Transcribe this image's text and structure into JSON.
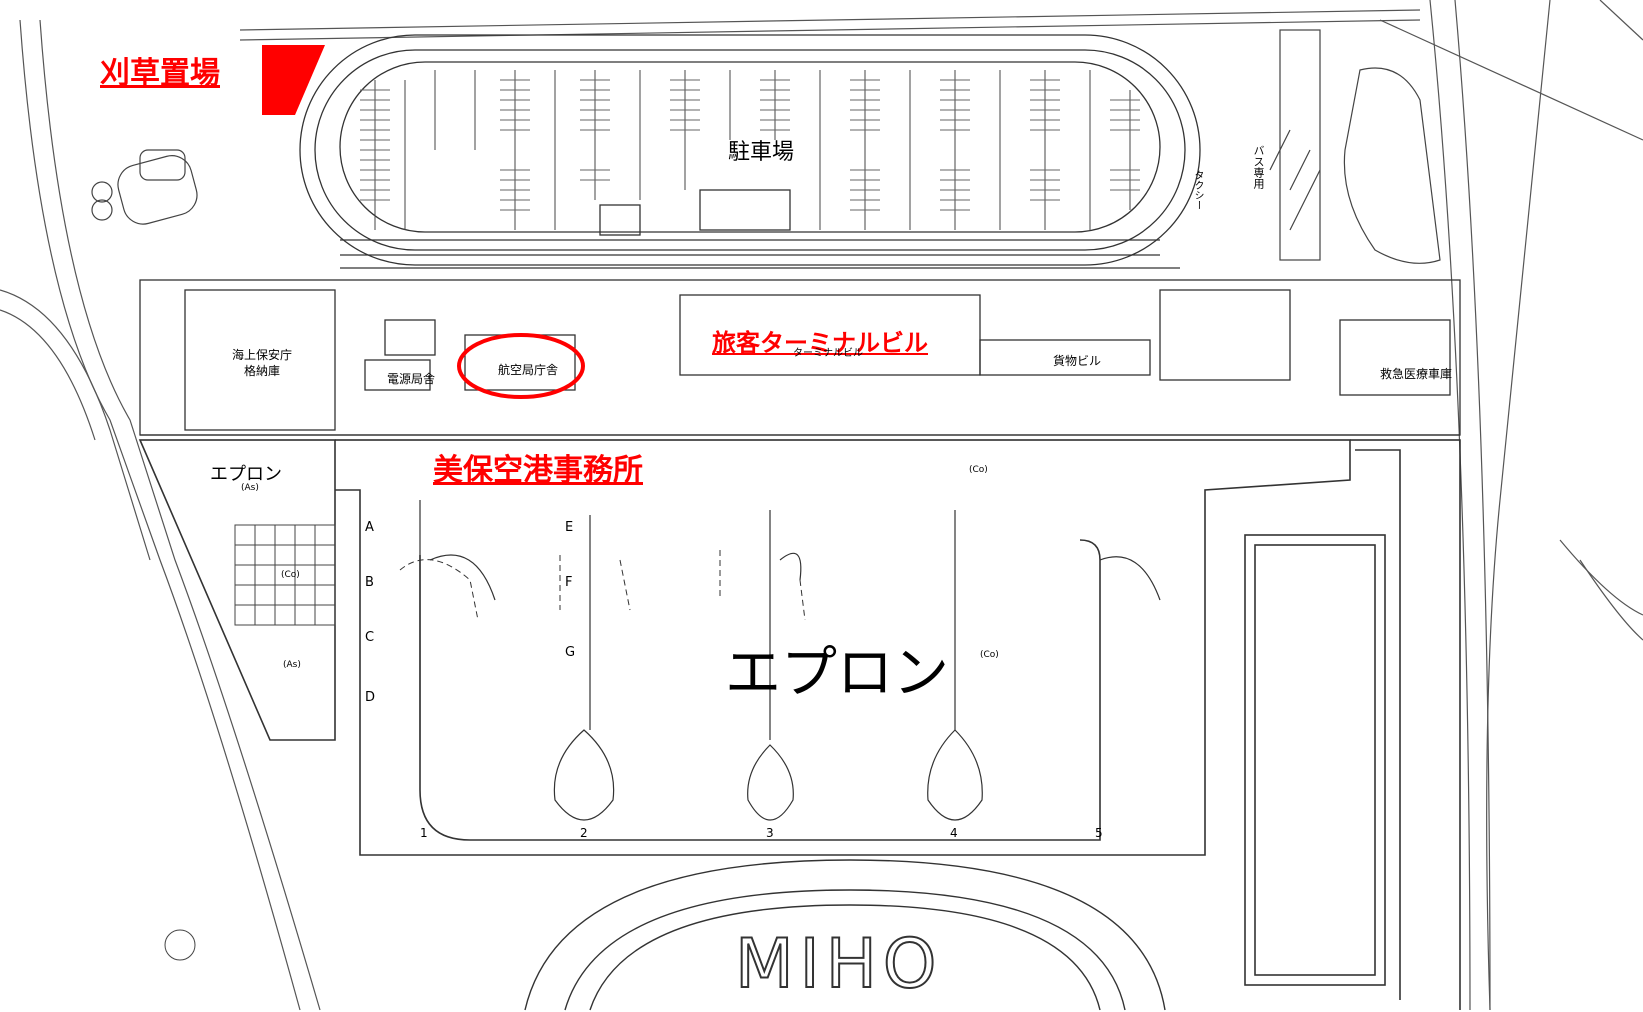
{
  "labels": {
    "grass_storage": "刈草置場",
    "terminal_building": "旅客ターミナルビル",
    "terminal_building_small": "ターミナルビル",
    "airport_office": "美保空港事務所",
    "parking": "駐車場",
    "apron_main": "エプロン",
    "apron_west": "エプロン",
    "coast_guard_hangar_line1": "海上保安庁",
    "coast_guard_hangar_line2": "格納庫",
    "power_station": "電源局舎",
    "aviation_office_building": "航空局庁舎",
    "cargo_building": "貨物ビル",
    "ambulance_garage": "救急医療車庫",
    "bus_only": "バス専用",
    "taxi": "タクシー",
    "runway_text": "MIHO",
    "surface_as": "(As)",
    "surface_co": "(Co)"
  },
  "stand_letters": [
    "A",
    "B",
    "C",
    "D",
    "E",
    "F",
    "G"
  ],
  "spot_numbers": [
    "1",
    "2",
    "3",
    "4",
    "5"
  ],
  "colors": {
    "highlight_red": "#ff0000",
    "line": "#333333"
  }
}
